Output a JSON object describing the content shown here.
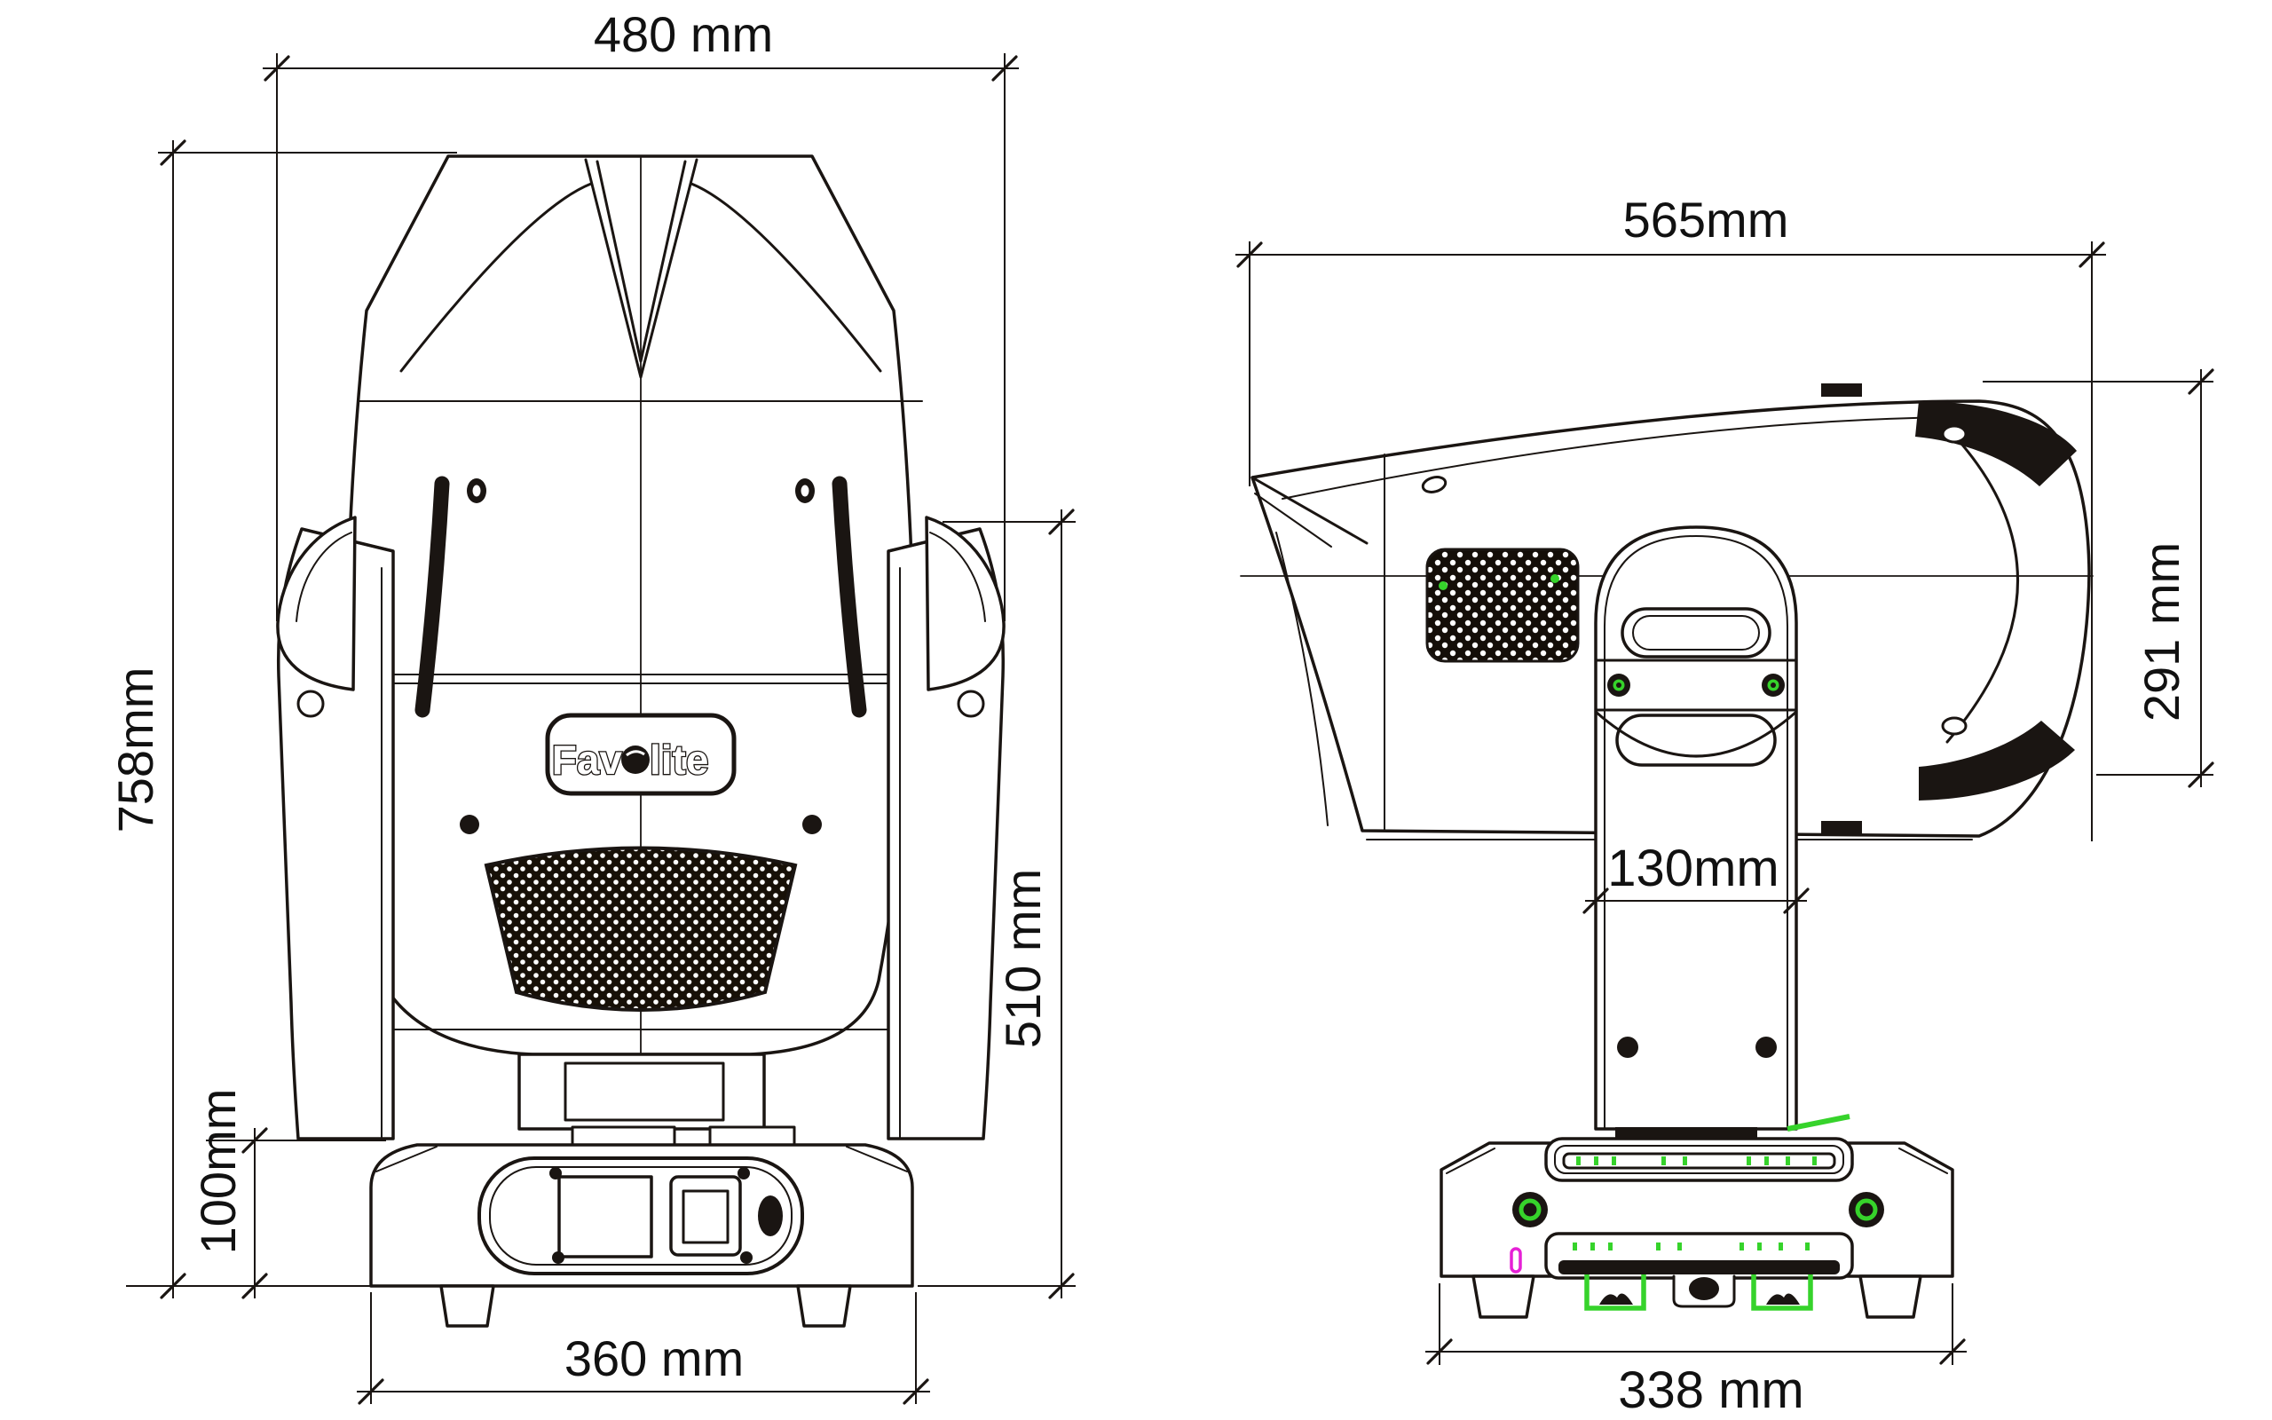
{
  "drawing": {
    "background": "#ffffff",
    "line_color": "#1a1512",
    "accent_green": "#36d32b",
    "accent_magenta": "#e620d6",
    "brand": {
      "text": "Favolite",
      "part1": "Fav",
      "part2": "lite"
    },
    "front_view": {
      "dim_width": {
        "label": "480 mm",
        "orientation": "horizontal",
        "position": "top"
      },
      "dim_height_total": {
        "label": "758mm",
        "orientation": "vertical",
        "position": "left"
      },
      "dim_base_height": {
        "label": "100mm",
        "orientation": "vertical",
        "position": "left-inner"
      },
      "dim_body_height": {
        "label": "510 mm",
        "orientation": "vertical",
        "position": "right"
      },
      "dim_base_width": {
        "label": "360 mm",
        "orientation": "horizontal",
        "position": "bottom"
      }
    },
    "side_view": {
      "dim_depth": {
        "label": "565mm",
        "orientation": "horizontal",
        "position": "top"
      },
      "dim_head_height": {
        "label": "291 mm",
        "orientation": "vertical",
        "position": "right"
      },
      "dim_arm_width": {
        "label": "130mm",
        "orientation": "horizontal",
        "position": "middle"
      },
      "dim_base_depth": {
        "label": "338 mm",
        "orientation": "horizontal",
        "position": "bottom"
      }
    }
  }
}
